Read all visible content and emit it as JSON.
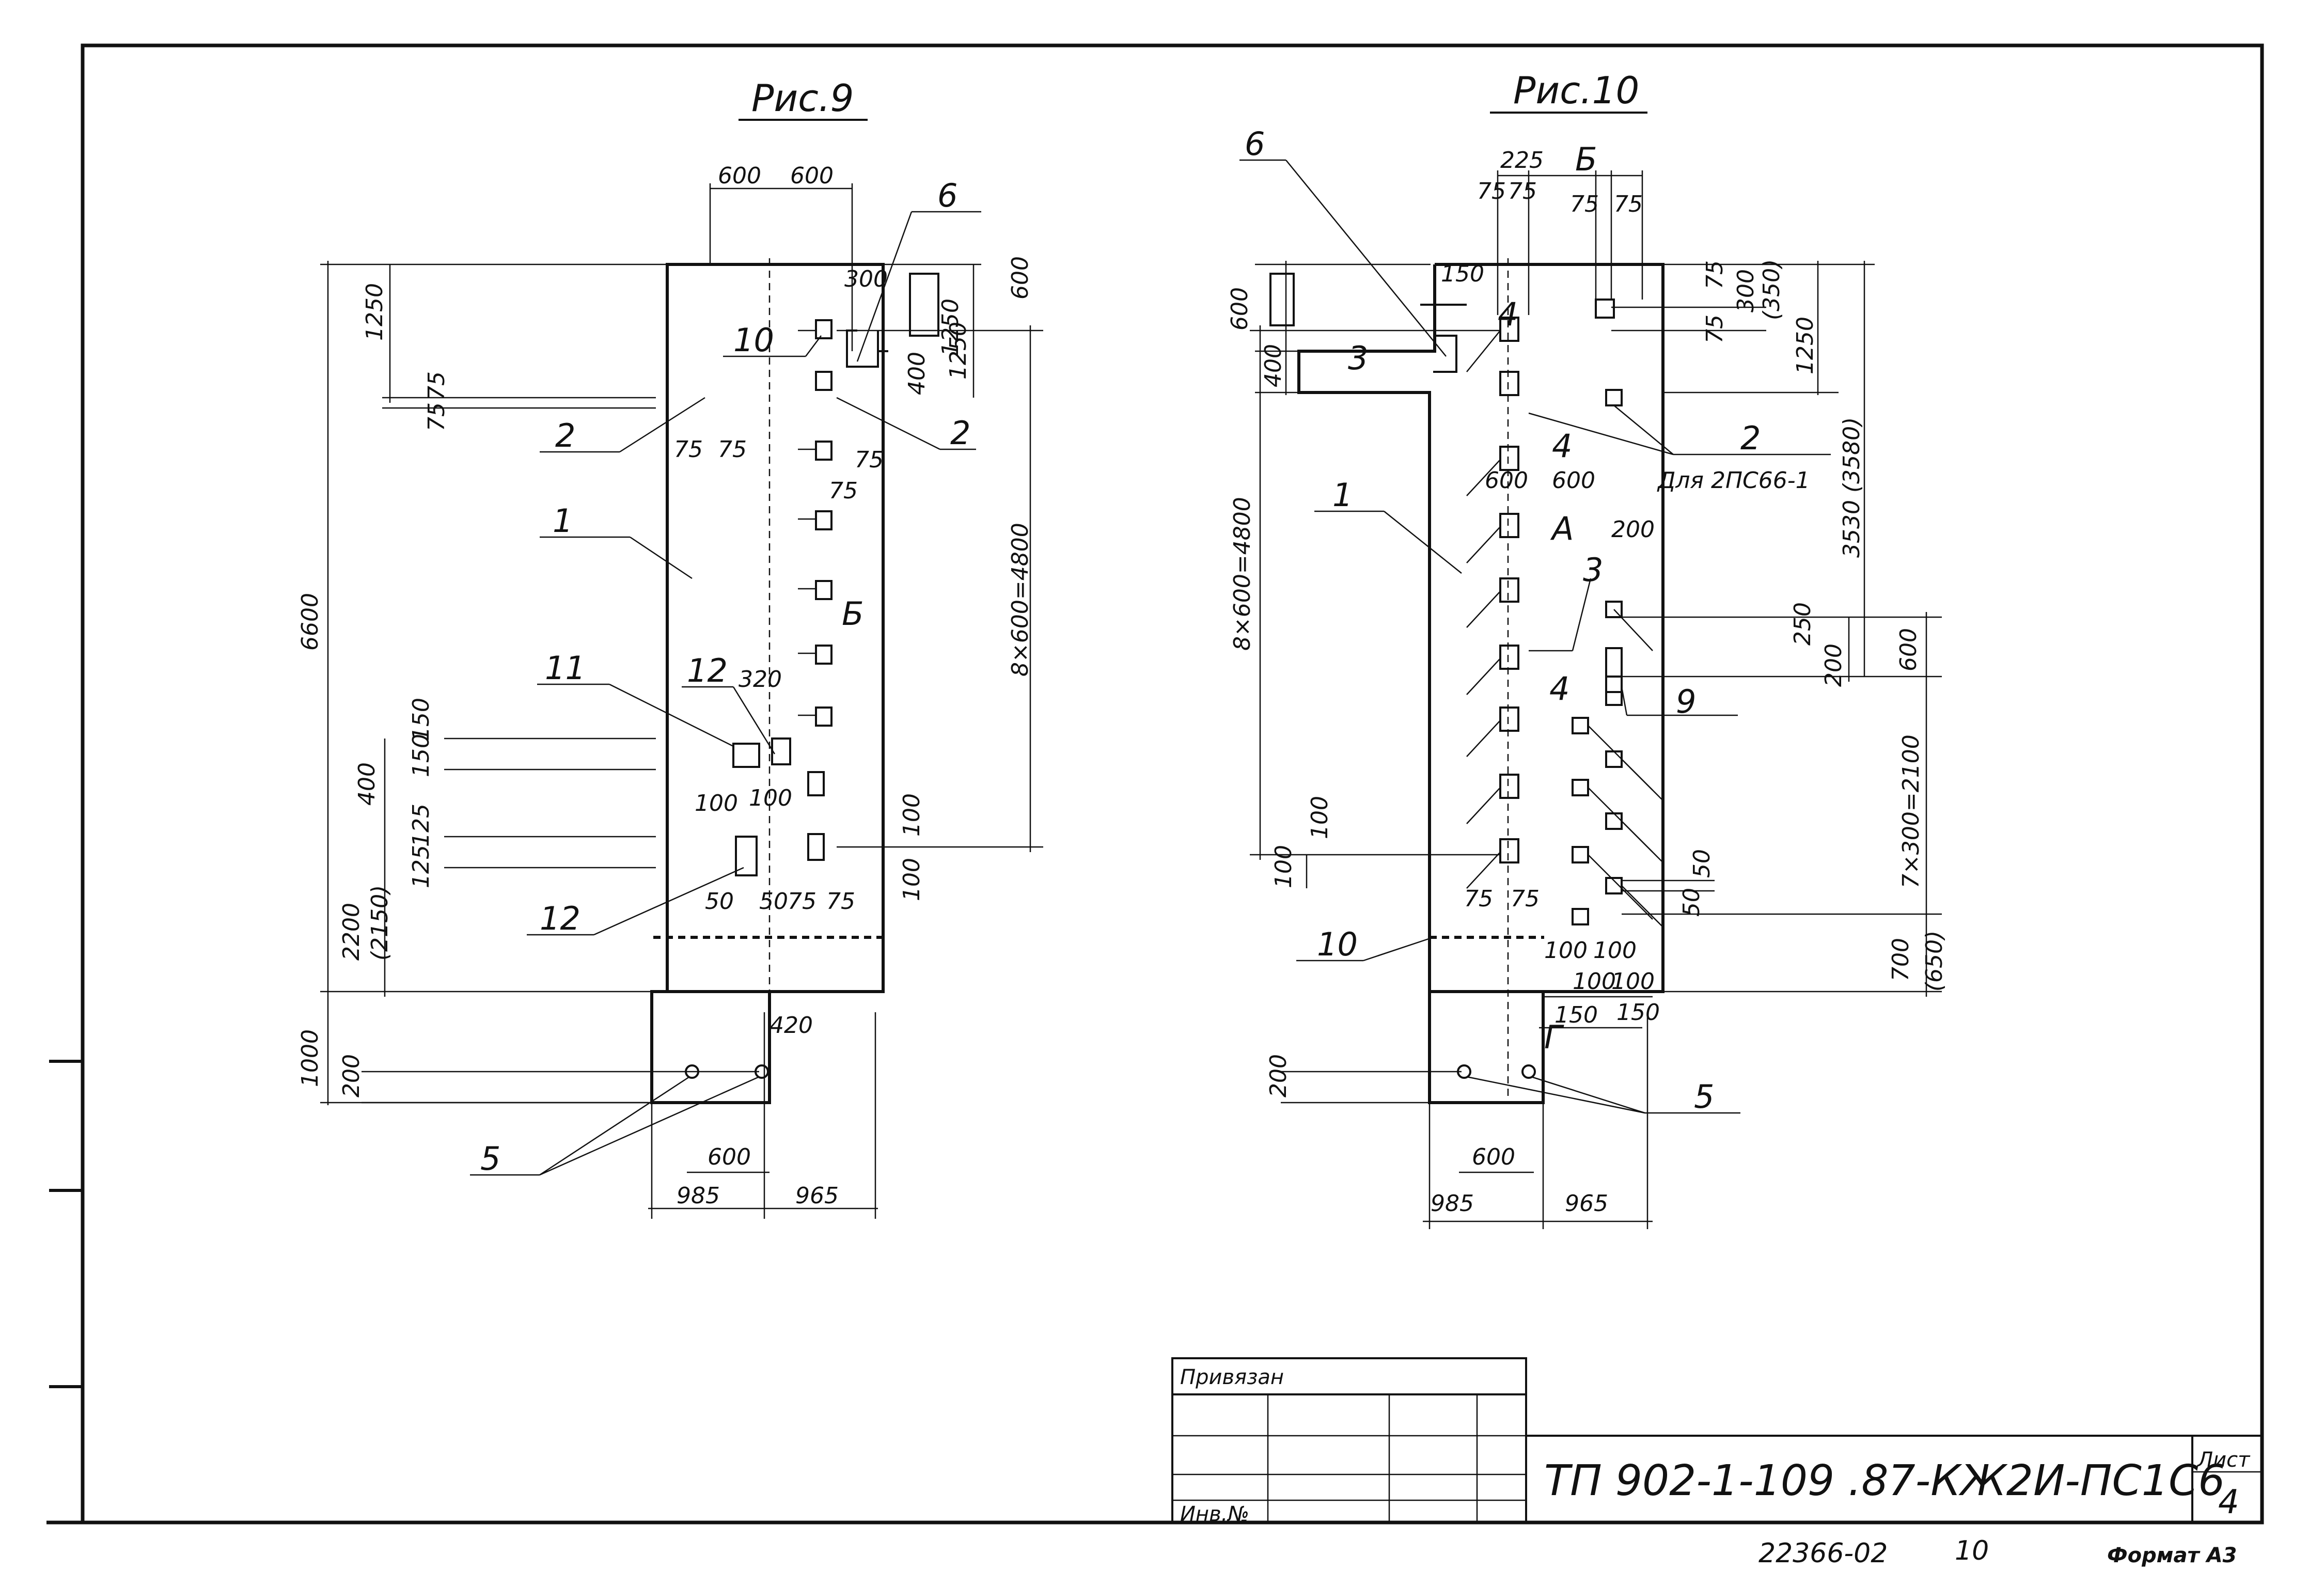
{
  "figures": [
    {
      "title": "Рис.9",
      "dims": [
        "600",
        "600",
        "300",
        "600",
        "1250",
        "400",
        "1250",
        "8×600=4800",
        "6600",
        "1250",
        "75",
        "75",
        "75",
        "75",
        "75",
        "75",
        "320",
        "Б",
        "150",
        "150",
        "400",
        "125",
        "125",
        "2200",
        "(2150)",
        "100",
        "100",
        "100",
        "100",
        "50",
        "50",
        "75",
        "75",
        "420",
        "1000",
        "200",
        "600",
        "985",
        "965"
      ],
      "leaders": [
        "1",
        "2",
        "2",
        "6",
        "10",
        "11",
        "12",
        "12",
        "5"
      ]
    },
    {
      "title": "Рис.10",
      "dims": [
        "225",
        "Б",
        "75",
        "75",
        "75",
        "75",
        "600",
        "150",
        "400",
        "75",
        "300",
        "(350)",
        "75",
        "1250",
        "8×600=4800",
        "600",
        "600",
        "А",
        "200",
        "250",
        "200",
        "600",
        "3530 (3580)",
        "7×300=2100",
        "100",
        "100",
        "75",
        "75",
        "50",
        "50",
        "100",
        "100",
        "100",
        "100",
        "150",
        "150",
        "Г",
        "700",
        "(650)",
        "200",
        "600",
        "985",
        "965"
      ],
      "leaders": [
        "6",
        "1",
        "2",
        "Для 2ПС66-1",
        "3",
        "3",
        "4",
        "4",
        "4",
        "9",
        "10",
        "5"
      ]
    }
  ],
  "title_block": {
    "privyazan": "Привязан",
    "inv_no": "Инв.№",
    "code": "ТП 902-1-109 .87-КЖ2И-ПС1С6",
    "sheet_label": "Лист",
    "sheet_no": "4"
  },
  "footer": {
    "doc_no": "22366-02",
    "page": "10",
    "format": "Формат А3"
  }
}
